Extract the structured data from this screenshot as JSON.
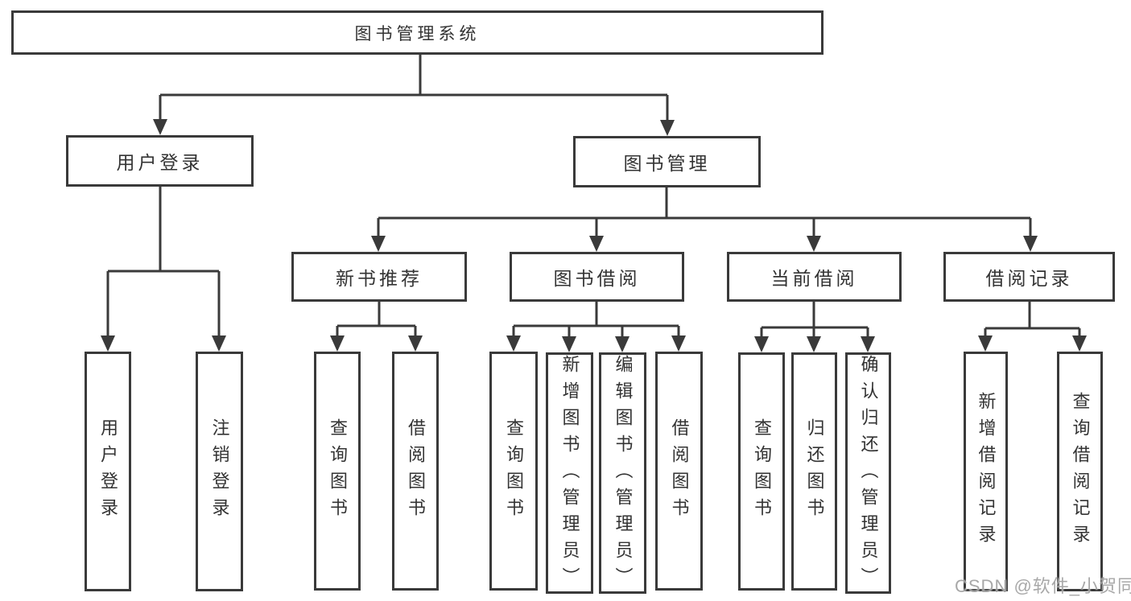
{
  "diagram": {
    "title": "图书管理系统",
    "tree": {
      "root": {
        "label": "图书管理系统"
      },
      "branches": [
        {
          "label": "用户登录",
          "children": [
            {
              "label": "用户登录"
            },
            {
              "label": "注销登录"
            }
          ]
        },
        {
          "label": "图书管理",
          "children": [
            {
              "label": "新书推荐",
              "children": [
                {
                  "label": "查询图书"
                },
                {
                  "label": "借阅图书"
                }
              ]
            },
            {
              "label": "图书借阅",
              "children": [
                {
                  "label": "查询图书"
                },
                {
                  "label": "新增图书（管理员）"
                },
                {
                  "label": "编辑图书（管理员）"
                },
                {
                  "label": "借阅图书"
                }
              ]
            },
            {
              "label": "当前借阅",
              "children": [
                {
                  "label": "查询图书"
                },
                {
                  "label": "归还图书"
                },
                {
                  "label": "确认归还（管理员）"
                }
              ]
            },
            {
              "label": "借阅记录",
              "children": [
                {
                  "label": "新增借阅记录"
                },
                {
                  "label": "查询借阅记录"
                }
              ]
            }
          ]
        }
      ]
    }
  },
  "watermark": {
    "text": "CSDN @软件_小贺同学"
  },
  "colors": {
    "line": "#3a3a3a",
    "text": "#333333",
    "box_background": "#ffffff",
    "watermark": "#9e9e9e",
    "background": "#ffffff"
  }
}
